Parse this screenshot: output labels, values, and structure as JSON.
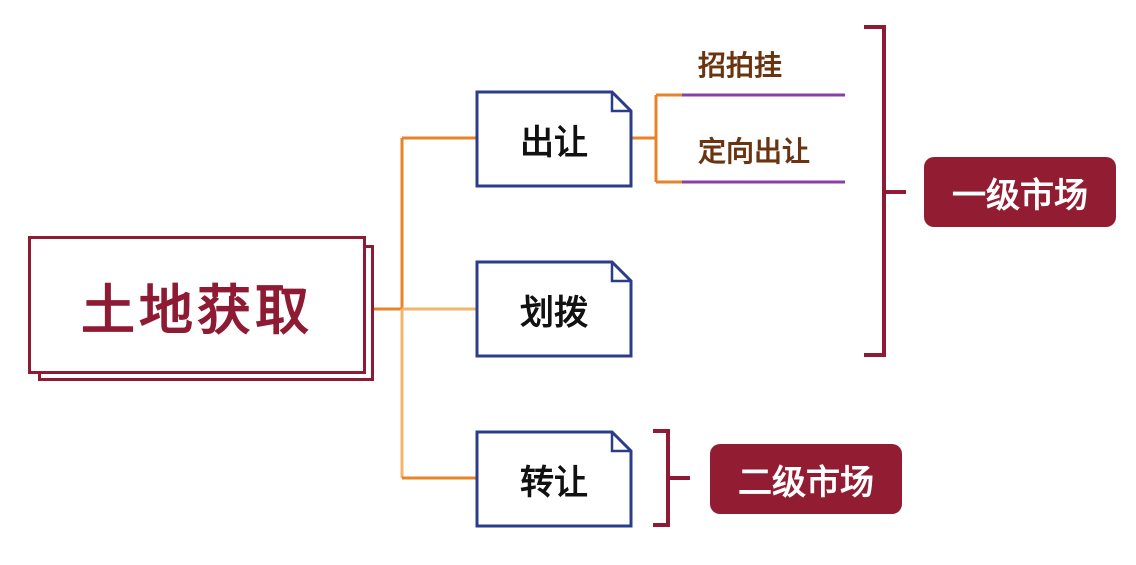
{
  "root": {
    "label": "土地获取"
  },
  "methods": [
    {
      "label": "出让"
    },
    {
      "label": "划拨"
    },
    {
      "label": "转让"
    }
  ],
  "transfer_types": [
    {
      "label": "招拍挂"
    },
    {
      "label": "定向出让"
    }
  ],
  "markets": {
    "primary": "一级市场",
    "secondary": "二级市场"
  },
  "colors": {
    "maroon": "#8e1b33",
    "badge": "#921d32",
    "orange": "#e8832a",
    "light_orange": "#f4b46a",
    "purple": "#8a3fa8",
    "navy": "#2b3c8a",
    "brown_text": "#6b3410"
  }
}
